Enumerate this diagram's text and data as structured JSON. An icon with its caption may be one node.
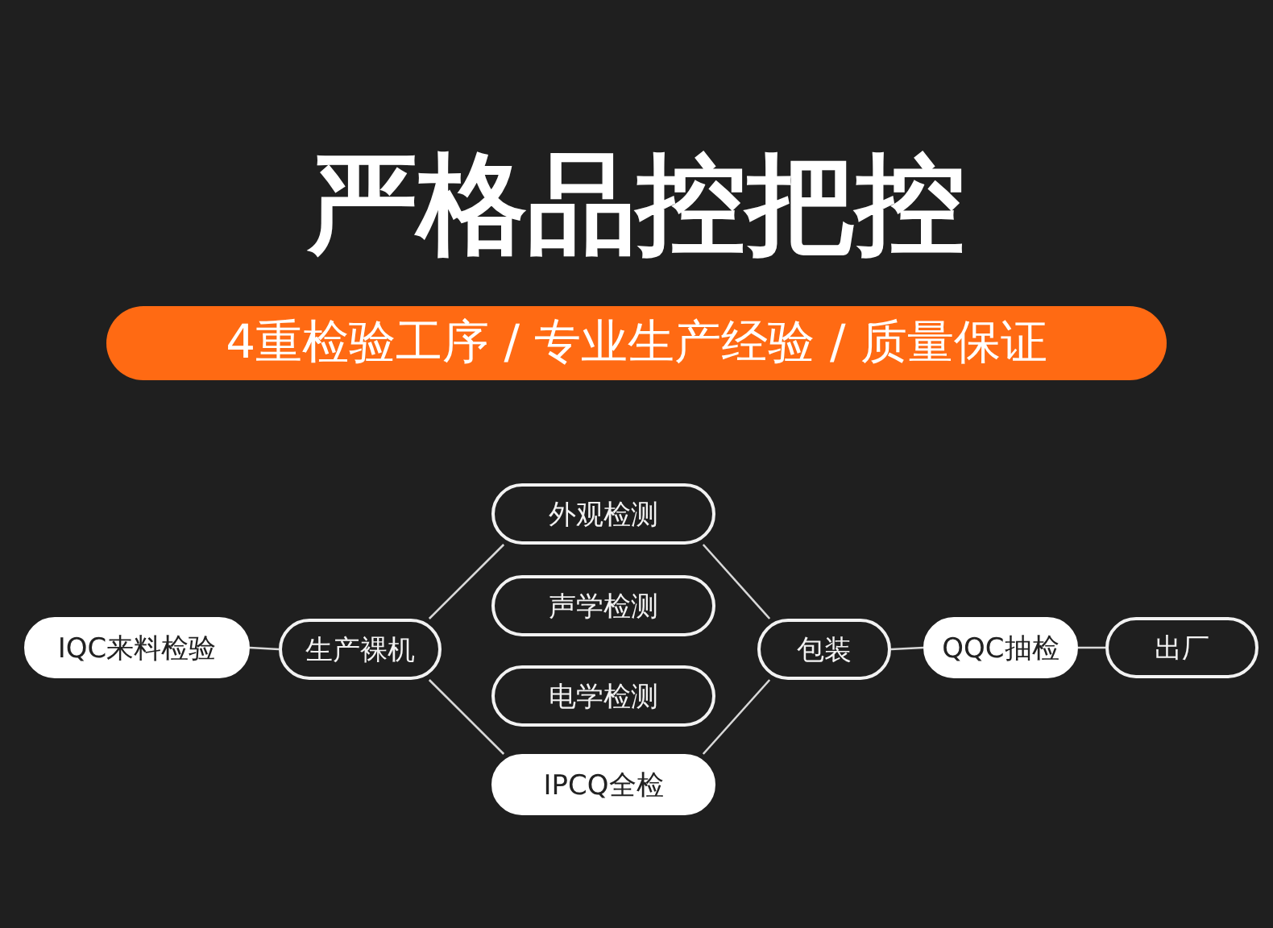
{
  "diagram": {
    "title": "严格品控把控",
    "nodes": [
      {
        "text": [
          "4重检验工序 / 专业生产经验 / 质量保证"
        ]
      },
      {
        "text": [
          "IQC来料检验"
        ]
      },
      {
        "text": [
          "生产裸机"
        ]
      },
      {
        "text": [
          "外观检测"
        ]
      },
      {
        "text": [
          "声学检测"
        ]
      },
      {
        "text": [
          "电学检测"
        ]
      },
      {
        "text": [
          "IPCQ全检"
        ]
      },
      {
        "text": [
          "包装"
        ]
      },
      {
        "text": [
          "QQC抽检"
        ]
      },
      {
        "text": [
          "出厂"
        ]
      }
    ],
    "edges": [
      {
        "from": 1,
        "to": 2,
        "arrow": "none"
      },
      {
        "from": 2,
        "to": 3,
        "arrow": "none"
      },
      {
        "from": 2,
        "to": 6,
        "arrow": "none"
      },
      {
        "from": 3,
        "to": 7,
        "arrow": "none"
      },
      {
        "from": 6,
        "to": 7,
        "arrow": "none"
      },
      {
        "from": 7,
        "to": 8,
        "arrow": "none"
      },
      {
        "from": 8,
        "to": 9,
        "arrow": "none"
      }
    ]
  }
}
